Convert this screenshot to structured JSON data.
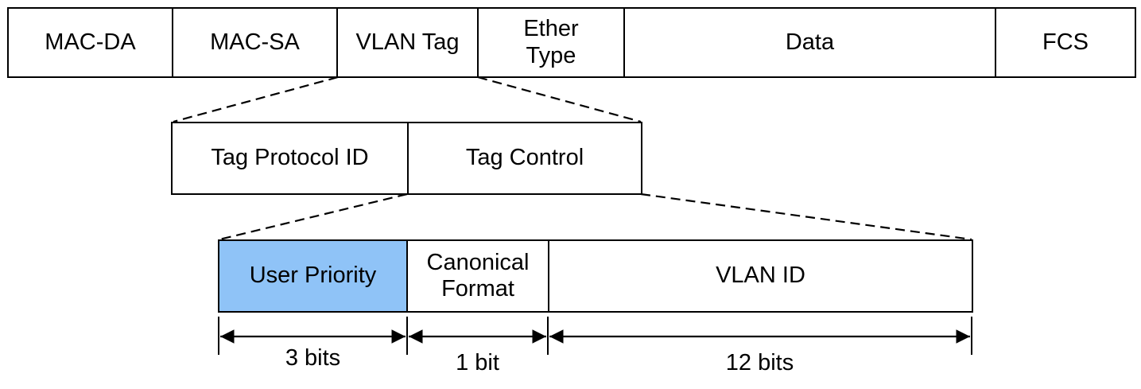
{
  "frame_fields": [
    "MAC-DA",
    "MAC-SA",
    "VLAN Tag",
    "Ether\nType",
    "Data",
    "FCS"
  ],
  "tag_fields": [
    "Tag Protocol ID",
    "Tag Control"
  ],
  "control_fields": [
    "User Priority",
    "Canonical\nFormat",
    "VLAN ID"
  ],
  "bit_widths": [
    "3 bits",
    "1 bit",
    "12 bits"
  ],
  "colors": {
    "highlight": "#8fc3f7",
    "line": "#000000"
  }
}
